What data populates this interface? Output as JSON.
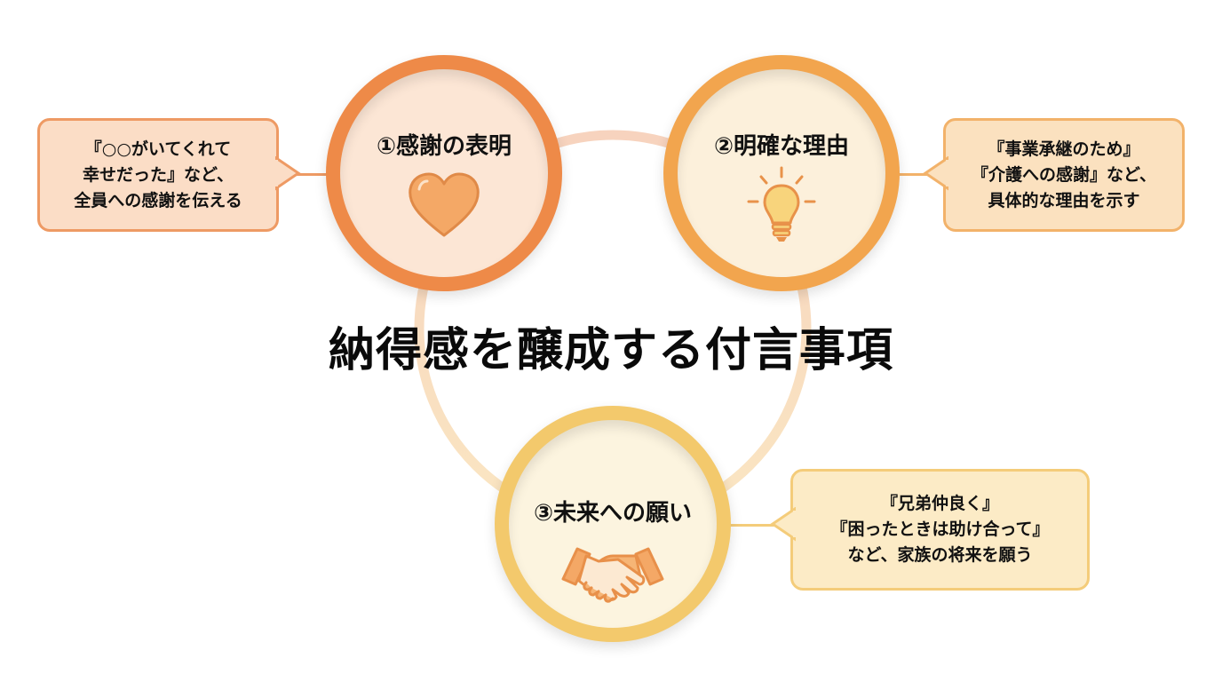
{
  "title": "納得感を醸成する付言事項",
  "colors": {
    "node1_ring": "#EE8A48",
    "node1_fill": "#FCE6D5",
    "node2_ring": "#F2A54E",
    "node2_fill": "#FCF0DB",
    "node3_ring": "#F3C96C",
    "node3_fill": "#FCF4DF",
    "callout1_fill": "#FBDDC6",
    "callout1_border": "#EE9A64",
    "callout2_fill": "#FBE1BF",
    "callout2_border": "#F2B26A",
    "callout3_fill": "#FCEBC6",
    "callout3_border": "#F4CC7A",
    "ring": "#F9E2C6"
  },
  "nodes": [
    {
      "label": "①感謝の表明",
      "icon": "heart-icon",
      "callout": [
        "『○○がいてくれて",
        "幸せだった』など、",
        "全員への感謝を伝える"
      ]
    },
    {
      "label": "②明確な理由",
      "icon": "lightbulb-icon",
      "callout": [
        "『事業承継のため』",
        "『介護への感謝』など、",
        "具体的な理由を示す"
      ]
    },
    {
      "label": "③未来への願い",
      "icon": "handshake-icon",
      "callout": [
        "『兄弟仲良く』",
        "『困ったときは助け合って』",
        "など、家族の将来を願う"
      ]
    }
  ]
}
